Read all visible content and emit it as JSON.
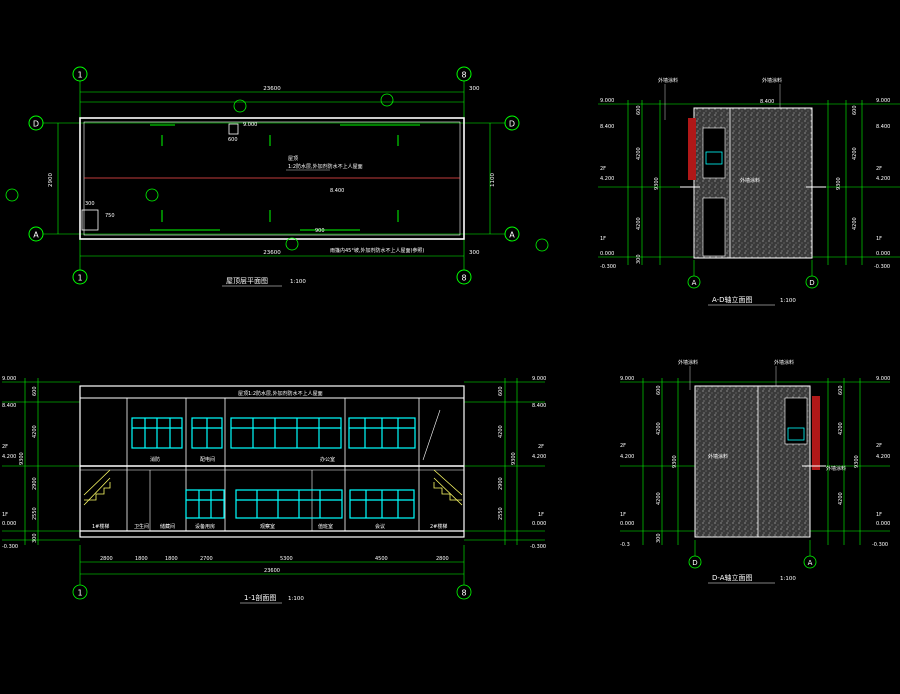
{
  "colors": {
    "background": "#000000",
    "dimension": "#00ff00",
    "wall": "#ffffff",
    "glass": "#00ffff",
    "accent": "#ff3030",
    "label": "#ffff00",
    "stair": "#ffff66"
  },
  "roof_plan": {
    "title": "屋顶层平面图",
    "scale": "1:100",
    "grid_left": "1",
    "grid_right": "8",
    "row_top": "D",
    "row_bottom": "A",
    "overall_dim_top": "23600",
    "overall_dim_bottom": "23600",
    "right_extra": "300",
    "height_left": "2900",
    "height_right": "1100",
    "note_center_1": "屋顶",
    "note_center_2": "1:2防水层,外加剂防水不上人屋面",
    "note_bottom": "雨篷内45°坡,外加剂防水不上人屋面(参照)",
    "elev_top": "9.000",
    "elev_mid": "8.400",
    "dim_small_1": "600",
    "dim_small_2": "300",
    "dim_small_3": "750",
    "dim_small_4": "900"
  },
  "elevation_ad": {
    "title": "A-D轴立面图",
    "scale": "1:100",
    "grid_left": "A",
    "grid_right": "D",
    "callout_left": "外墙涂料",
    "callout_right": "外墙涂料",
    "level_roof": "9.000",
    "level_parapet": "8.400",
    "level_2f": "4.200",
    "level_1f": "0.000",
    "level_ground": "-0.300",
    "floor_2f": "2F",
    "floor_1f": "1F",
    "dim_top": "600",
    "dim_upper": "4200",
    "dim_lower": "4200",
    "dim_total": "9300",
    "dim_base": "300",
    "width_dim": "8.400",
    "note_mid": "外墙涂料"
  },
  "section": {
    "title": "1-1剖面图",
    "scale": "1:100",
    "grid_left": "1",
    "grid_right": "8",
    "top_note": "屋顶1:2防水层,外加剂防水不上人屋面",
    "rooms_upper": [
      "消防",
      "配电间",
      "办公室"
    ],
    "rooms_lower": [
      "1#楼梯",
      "卫生间",
      "储藏间",
      "设备用房",
      "观察室",
      "值班室",
      "会议",
      "2#楼梯"
    ],
    "spans": [
      "2800",
      "1800",
      "1800",
      "2700",
      "5300",
      "4500",
      "2800"
    ],
    "overall": "23600",
    "left_levels": [
      "9.000",
      "8.400",
      "4.200",
      "0.000",
      "-0.300"
    ],
    "right_levels": [
      "9.000",
      "8.400",
      "4.200",
      "0.000",
      "-0.300"
    ],
    "floor_2f": "2F",
    "floor_1f": "1F",
    "dim_a": "600",
    "dim_b": "4200",
    "dim_c": "9300",
    "dim_d": "2900",
    "dim_e": "2550",
    "dim_f": "300"
  },
  "elevation_da": {
    "title": "D-A轴立面图",
    "scale": "1:100",
    "grid_left": "D",
    "grid_right": "A",
    "callout_left": "外墙涂料",
    "callout_right": "外墙涂料",
    "level_roof": "9.000",
    "level_2f": "4.200",
    "level_1f": "0.000",
    "level_ground": "-0.3",
    "floor_2f": "2F",
    "floor_1f": "1F",
    "dim_top": "600",
    "dim_upper": "4200",
    "dim_lower": "4200",
    "dim_total": "9300",
    "dim_base": "300",
    "level_right_roof": "9.000",
    "level_right_2f": "4.200",
    "level_right_1f": "0.000",
    "level_right_ground": "-0.300",
    "note_mid": "外墙涂料",
    "note_side": "外墙涂料"
  }
}
